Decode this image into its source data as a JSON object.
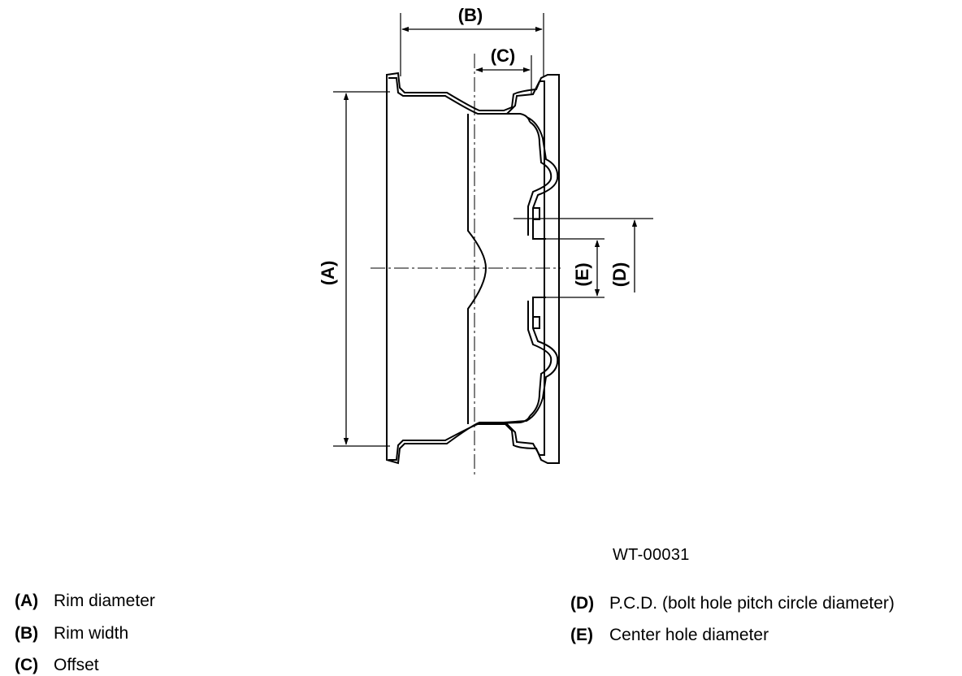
{
  "dimension_labels": {
    "a": "(A)",
    "b": "(B)",
    "c": "(C)",
    "d": "(D)",
    "e": "(E)"
  },
  "figure_code": "WT-00031",
  "legend": [
    {
      "key": "(A)",
      "text": "Rim diameter"
    },
    {
      "key": "(B)",
      "text": "Rim width"
    },
    {
      "key": "(C)",
      "text": "Offset"
    },
    {
      "key": "(D)",
      "text": "P.C.D. (bolt hole pitch circle diameter)"
    },
    {
      "key": "(E)",
      "text": "Center hole diameter"
    }
  ]
}
